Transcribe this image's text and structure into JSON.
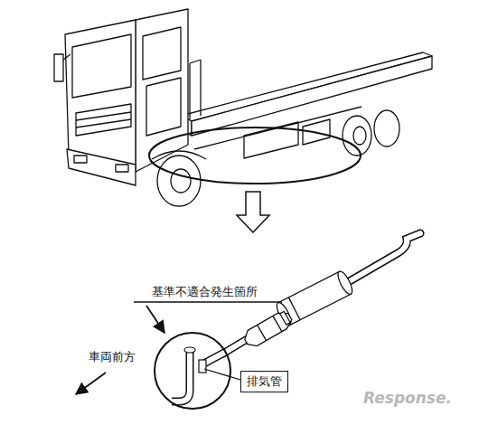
{
  "diagram": {
    "nodes": [
      {
        "text": [
          "排気管"
        ]
      }
    ],
    "labels": [
      "基準不適合発生箇所",
      "車両前方",
      "Response."
    ]
  }
}
